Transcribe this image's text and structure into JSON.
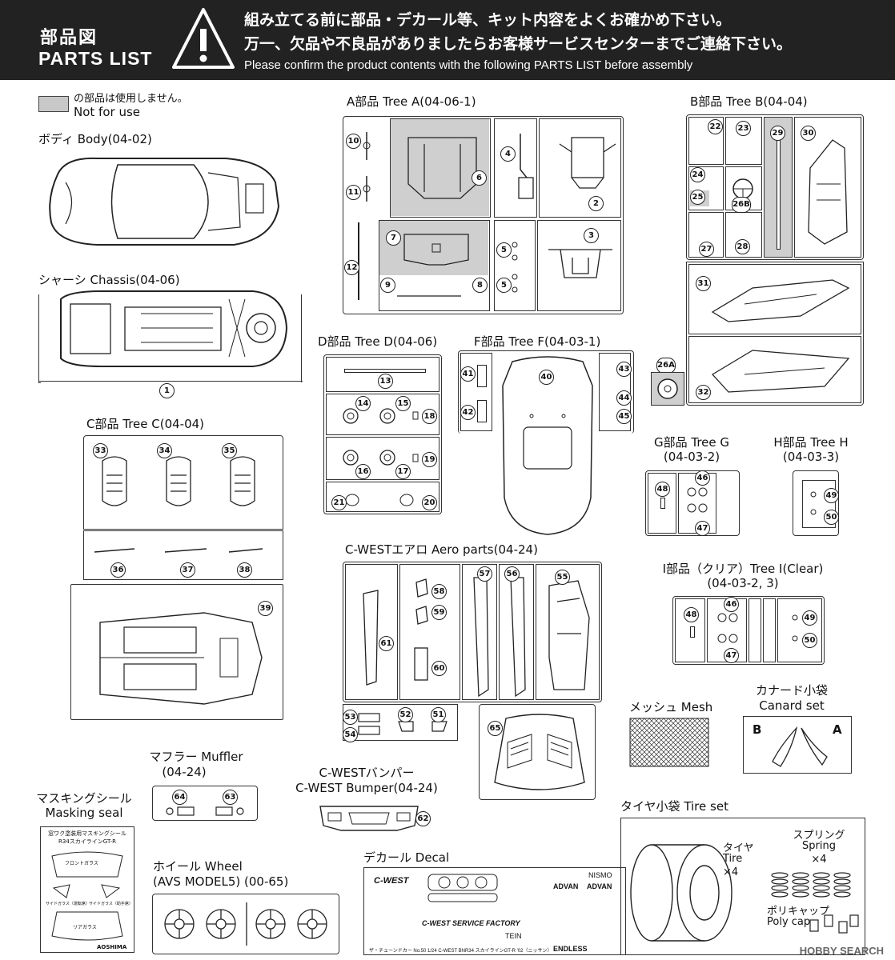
{
  "header": {
    "title_jp": "部品図",
    "title_en": "PARTS LIST",
    "warning_icon": "warning-triangle-icon",
    "line1": "組み立てる前に部品・デカール等、キット内容をよくお確かめ下さい。",
    "line2": "万一、欠品や不良品がありましたらお客様サービスセンターまでご連絡下さい。",
    "line3": "Please confirm the product contents with the following PARTS LIST before assembly"
  },
  "legend": {
    "jp": "の部品は使用しません。",
    "en": "Not for use"
  },
  "sections": {
    "body": "ボディ Body(04-02)",
    "chassis": "シャーシ Chassis(04-06)",
    "tree_a": "A部品 Tree A(04-06-1)",
    "tree_b": "B部品 Tree B(04-04)",
    "tree_c": "C部品 Tree C(04-04)",
    "tree_d": "D部品 Tree D(04-06)",
    "tree_f": "F部品 Tree F(04-03-1)",
    "tree_g_1": "G部品 Tree G",
    "tree_g_2": "(04-03-2)",
    "tree_h_1": "H部品 Tree H",
    "tree_h_2": "(04-03-3)",
    "tree_i_1": "I部品（クリア）Tree I(Clear)",
    "tree_i_2": "(04-03-2, 3)",
    "aero": "C-WESTエアロ Aero parts(04-24)",
    "muffler_1": "マフラー Muffler",
    "muffler_2": "(04-24)",
    "bumper_1": "C-WESTバンパー",
    "bumper_2": "C-WEST Bumper(04-24)",
    "masking_1": "マスキングシール",
    "masking_2": "Masking seal",
    "wheel_1": "ホイール Wheel",
    "wheel_2": "(AVS MODEL5) (00-65)",
    "decal": "デカール Decal",
    "mesh": "メッシュ Mesh",
    "canard_1": "カナード小袋",
    "canard_2": "Canard set",
    "tire_set": "タイヤ小袋 Tire set"
  },
  "tire": {
    "tire_jp": "タイヤ",
    "tire_en": "Tire",
    "tire_qty": "×4",
    "spring_jp": "スプリング",
    "spring_en": "Spring",
    "spring_qty": "×4",
    "poly_jp": "ポリキャップ",
    "poly_en": "Poly cap"
  },
  "canard": {
    "b": "B",
    "a": "A"
  },
  "masking_seal": {
    "title1": "窓ワク塗装用マスキングシール",
    "title2": "R34スカイラインGT-R",
    "front": "フロントガラス",
    "side_l": "サイドガラス（運転席）",
    "side_r": "サイドガラス（助手席）",
    "rear": "リアガラス",
    "brand": "AOSHIMA"
  },
  "decal": {
    "brand1": "C-WEST",
    "brand2": "ADVAN",
    "brand3": "ADVAN",
    "banner": "C-WEST SERVICE FACTORY",
    "tein": "TEIN",
    "nismo": "NISMO",
    "endless": "ENDLESS",
    "footer": "ザ・チューンドカー No.50 1/24 C-WEST BNR34 スカイラインGT-R '02（ニッサン）"
  },
  "part_numbers": {
    "n1": "1",
    "n2": "2",
    "n3": "3",
    "n4": "4",
    "n5": "5",
    "n6": "6",
    "n7": "7",
    "n8": "8",
    "n9": "9",
    "n10": "10",
    "n11": "11",
    "n12": "12",
    "n13": "13",
    "n14": "14",
    "n15": "15",
    "n16": "16",
    "n17": "17",
    "n18": "18",
    "n19": "19",
    "n20": "20",
    "n21": "21",
    "n22": "22",
    "n23": "23",
    "n24": "24",
    "n25": "25",
    "n26A": "26A",
    "n26B": "26B",
    "n27": "27",
    "n28": "28",
    "n29": "29",
    "n30": "30",
    "n31": "31",
    "n32": "32",
    "n33": "33",
    "n34": "34",
    "n35": "35",
    "n36": "36",
    "n37": "37",
    "n38": "38",
    "n39": "39",
    "n40": "40",
    "n41": "41",
    "n42": "42",
    "n43": "43",
    "n44": "44",
    "n45": "45",
    "n46": "46",
    "n47": "47",
    "n48": "48",
    "n49": "49",
    "n50": "50",
    "n51": "51",
    "n52": "52",
    "n53": "53",
    "n54": "54",
    "n55": "55",
    "n56": "56",
    "n57": "57",
    "n58": "58",
    "n59": "59",
    "n60": "60",
    "n61": "61",
    "n62": "62",
    "n63": "63",
    "n64": "64",
    "n65": "65"
  },
  "watermark": "HOBBY SEARCH",
  "colors": {
    "header_bg": "#222222",
    "not_for_use": "#cfcfcf",
    "line": "#333333"
  }
}
